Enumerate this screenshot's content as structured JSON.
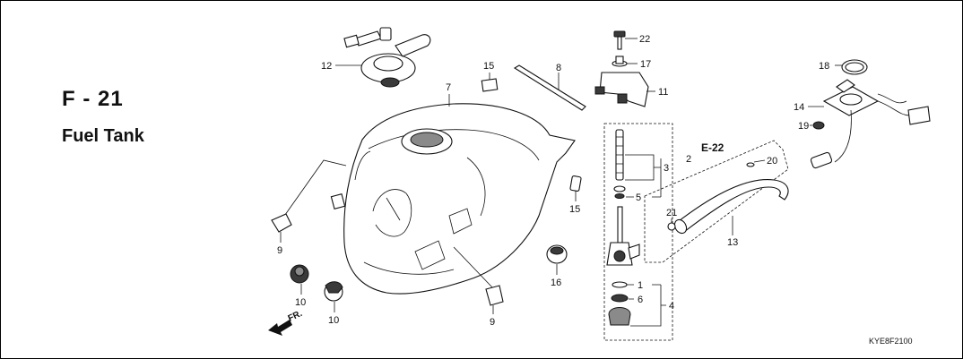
{
  "section": {
    "code": "F - 21",
    "name": "Fuel Tank"
  },
  "diagram_code": "KYE8F2100",
  "front_marker": "FR.",
  "reference": "E-22",
  "callouts": [
    {
      "id": "c1",
      "label": "1"
    },
    {
      "id": "c2",
      "label": "2"
    },
    {
      "id": "c3",
      "label": "3"
    },
    {
      "id": "c4",
      "label": "4"
    },
    {
      "id": "c5",
      "label": "5"
    },
    {
      "id": "c6",
      "label": "6"
    },
    {
      "id": "c7",
      "label": "7"
    },
    {
      "id": "c8",
      "label": "8"
    },
    {
      "id": "c9a",
      "label": "9"
    },
    {
      "id": "c9b",
      "label": "9"
    },
    {
      "id": "c10a",
      "label": "10"
    },
    {
      "id": "c10b",
      "label": "10"
    },
    {
      "id": "c11",
      "label": "11"
    },
    {
      "id": "c12",
      "label": "12"
    },
    {
      "id": "c13",
      "label": "13"
    },
    {
      "id": "c14",
      "label": "14"
    },
    {
      "id": "c15a",
      "label": "15"
    },
    {
      "id": "c15b",
      "label": "15"
    },
    {
      "id": "c16",
      "label": "16"
    },
    {
      "id": "c17",
      "label": "17"
    },
    {
      "id": "c18",
      "label": "18"
    },
    {
      "id": "c19",
      "label": "19"
    },
    {
      "id": "c20",
      "label": "20"
    },
    {
      "id": "c21",
      "label": "21"
    },
    {
      "id": "c22",
      "label": "22"
    }
  ]
}
